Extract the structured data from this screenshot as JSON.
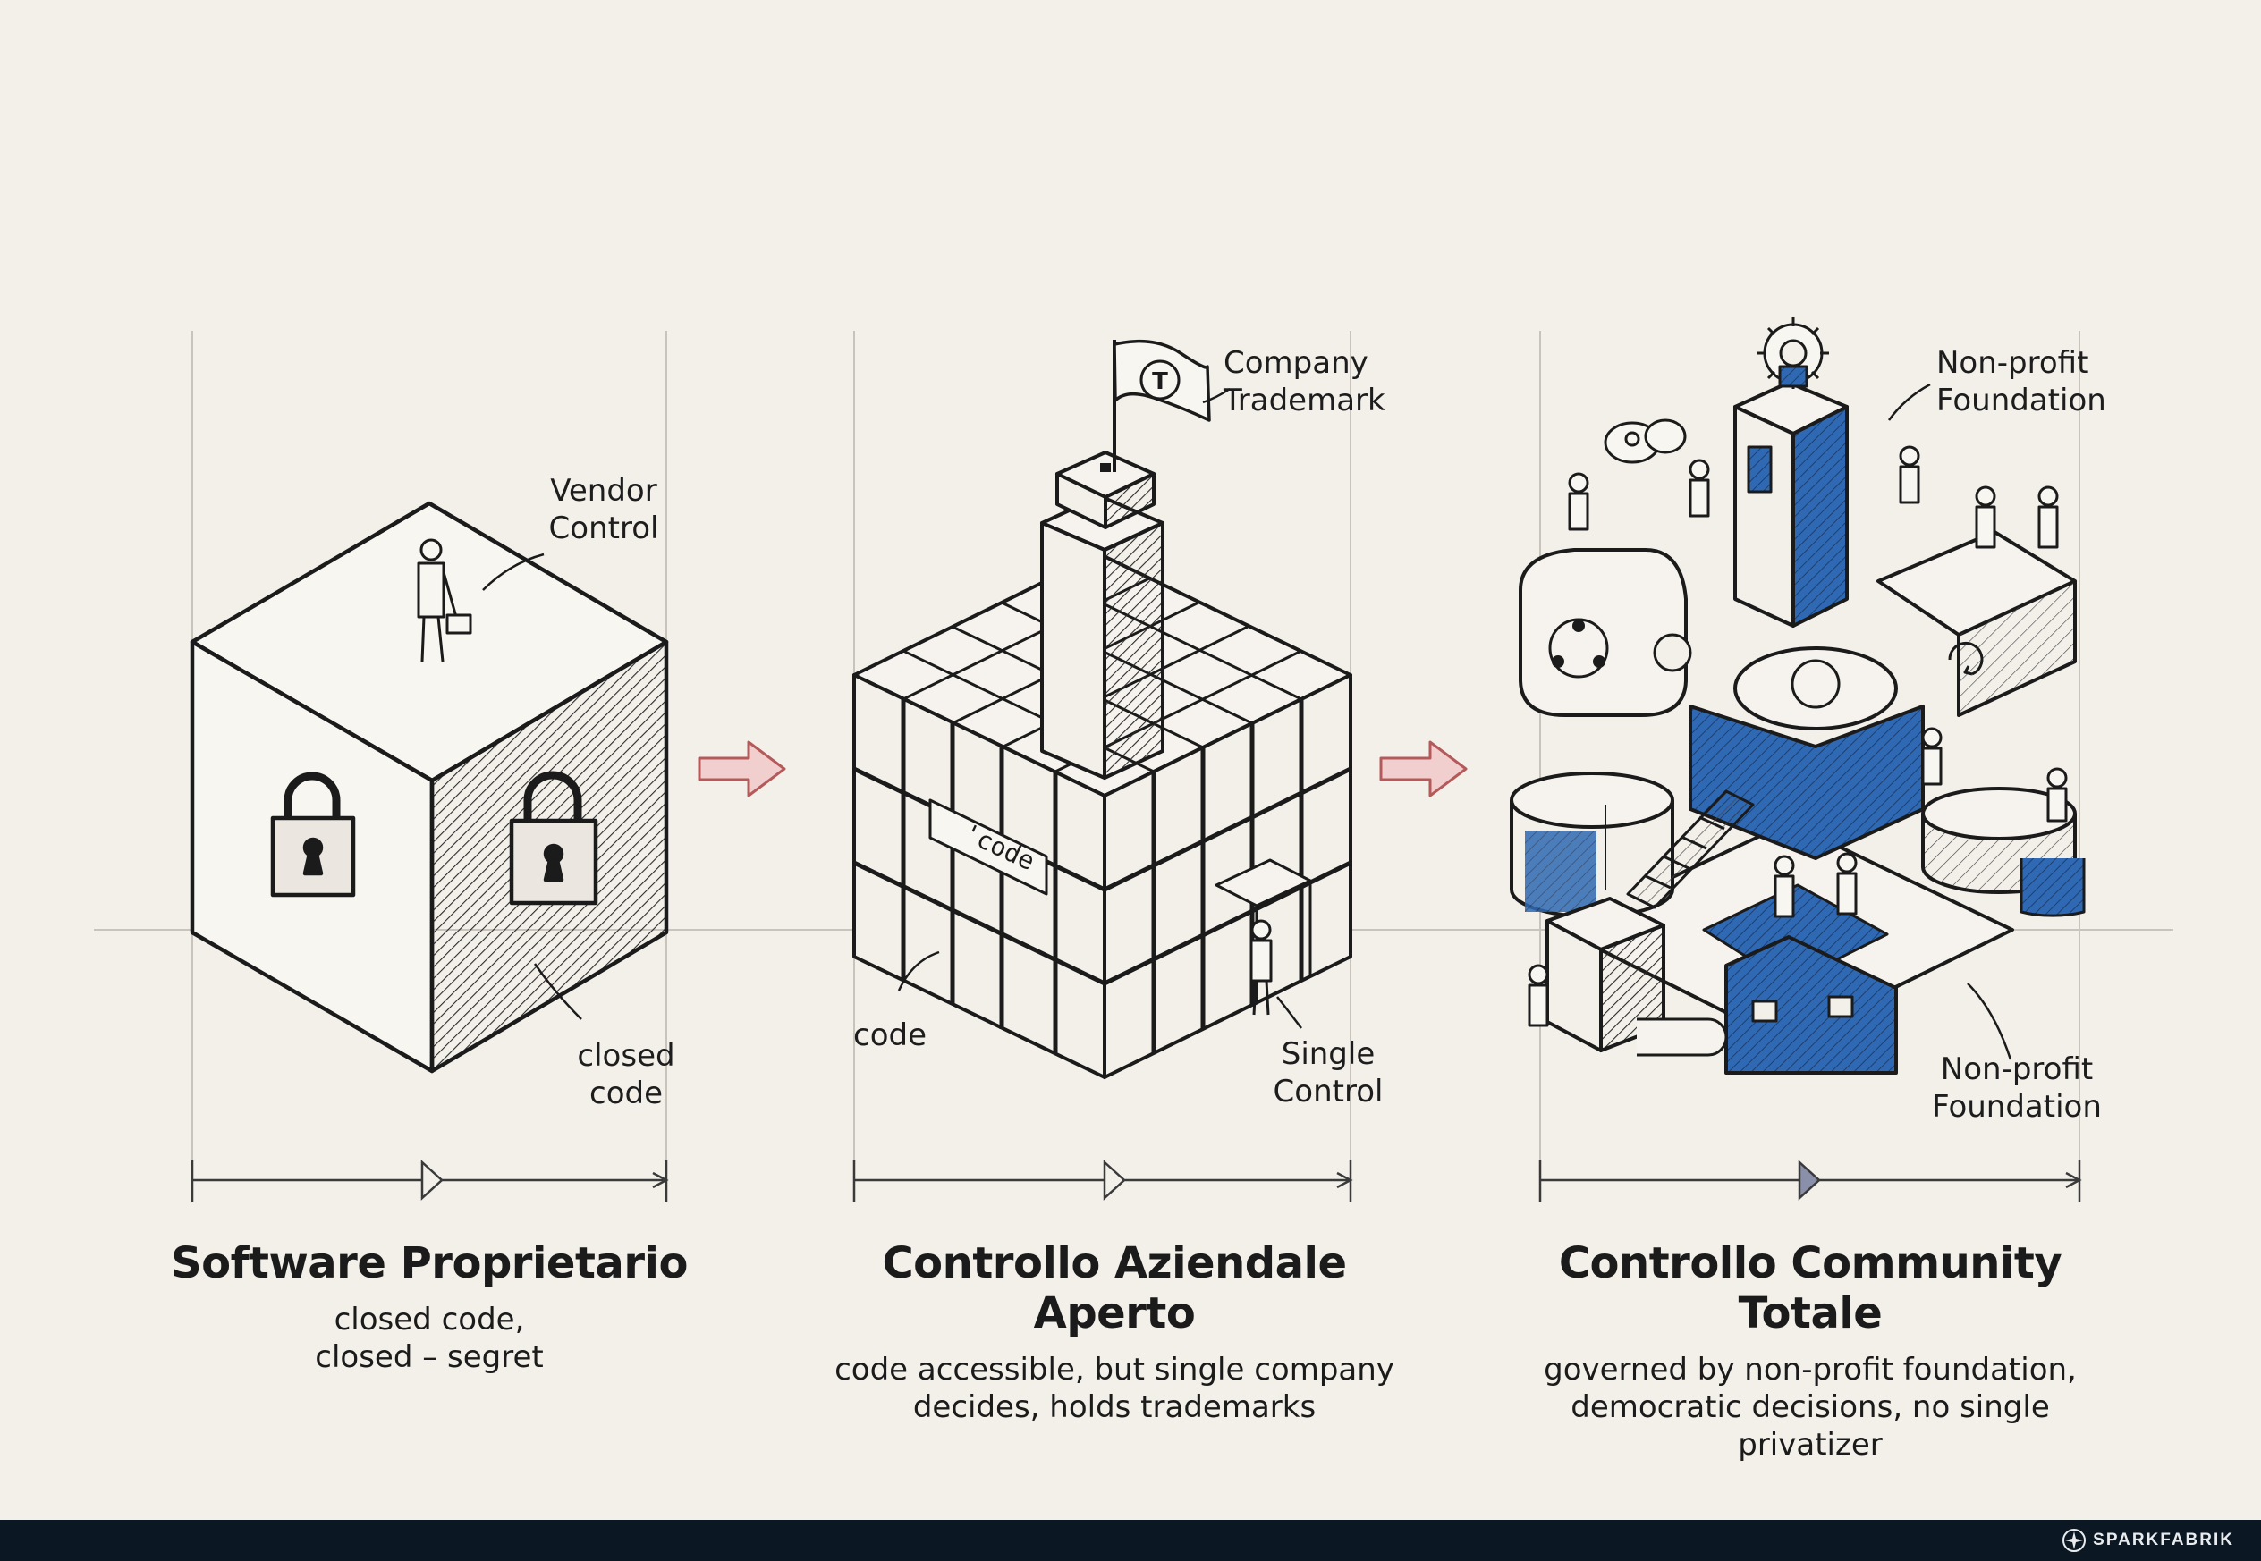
{
  "panels": [
    {
      "title": "Software Proprietario",
      "desc_lines": [
        "closed code,",
        "closed – segret"
      ],
      "callouts": {
        "top": [
          "Vendor",
          "Control"
        ],
        "side": [
          "closed",
          "code"
        ]
      }
    },
    {
      "title": "Controllo Aziendale Aperto",
      "desc_lines": [
        "code accessible, but single company",
        "decides, holds trademarks"
      ],
      "callouts": {
        "flag": [
          "Company",
          "Trademark"
        ],
        "left": [
          "code"
        ],
        "door": [
          "Single",
          "Control"
        ]
      },
      "flag_letter": "T",
      "code_sign": "'code"
    },
    {
      "title": "Controllo Community Totale",
      "desc_lines": [
        "governed by non-profit foundation,",
        "democratic decisions, no single privatizer"
      ],
      "callouts": {
        "top": [
          "Non-profit",
          "Foundation"
        ],
        "bottom": [
          "Non-profit",
          "Foundation"
        ]
      }
    }
  ],
  "colors": {
    "background": "#f3f0ea",
    "ink": "#1b1b1b",
    "blue": "#2f69b3",
    "arrow_fill": "#f1cfcf",
    "arrow_stroke": "#b55a5a",
    "footer": "#0b1722"
  },
  "footer": {
    "brand": "SPARKFABRIK",
    "logo_icon": "sparkfabrik-logo-icon"
  }
}
